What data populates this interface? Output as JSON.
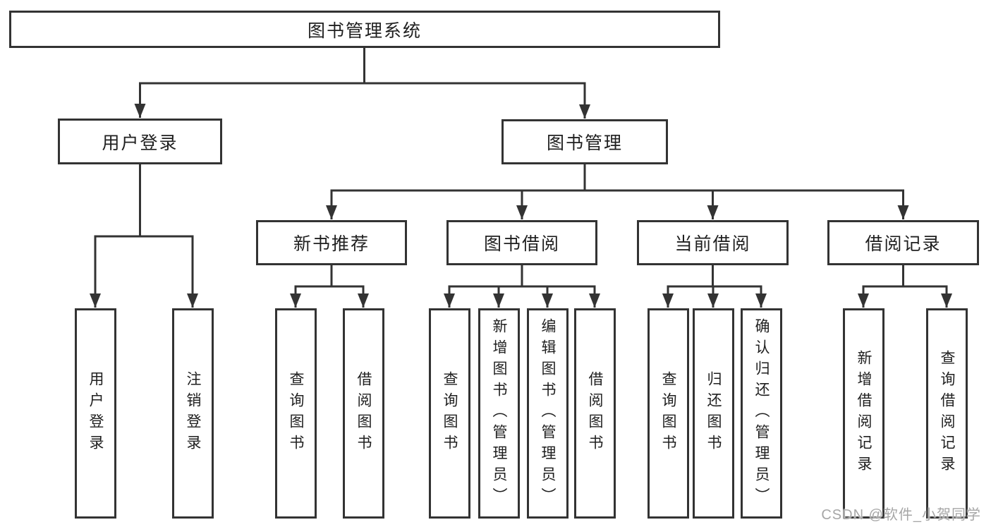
{
  "diagram_title": "图书管理系统",
  "tree": {
    "root": "图书管理系统",
    "children": [
      {
        "label": "用户登录",
        "children": [
          "用户登录",
          "注销登录"
        ]
      },
      {
        "label": "图书管理",
        "children": [
          {
            "label": "新书推荐",
            "children": [
              "查询图书",
              "借阅图书"
            ]
          },
          {
            "label": "图书借阅",
            "children": [
              "查询图书",
              "新增图书（管理员）",
              "编辑图书（管理员）",
              "借阅图书"
            ]
          },
          {
            "label": "当前借阅",
            "children": [
              "查询图书",
              "归还图书",
              "确认归还（管理员）"
            ]
          },
          {
            "label": "借阅记录",
            "children": [
              "新增借阅记录",
              "查询借阅记录"
            ]
          }
        ]
      }
    ]
  },
  "colors": {
    "line": "#333333",
    "node_border": "#333333",
    "node_fill": "#ffffff",
    "text": "#1f1f1f",
    "watermark": "#a6a6a6",
    "background": "#ffffff"
  },
  "watermark": {
    "text": "CSDN @软件_小贺同学"
  }
}
